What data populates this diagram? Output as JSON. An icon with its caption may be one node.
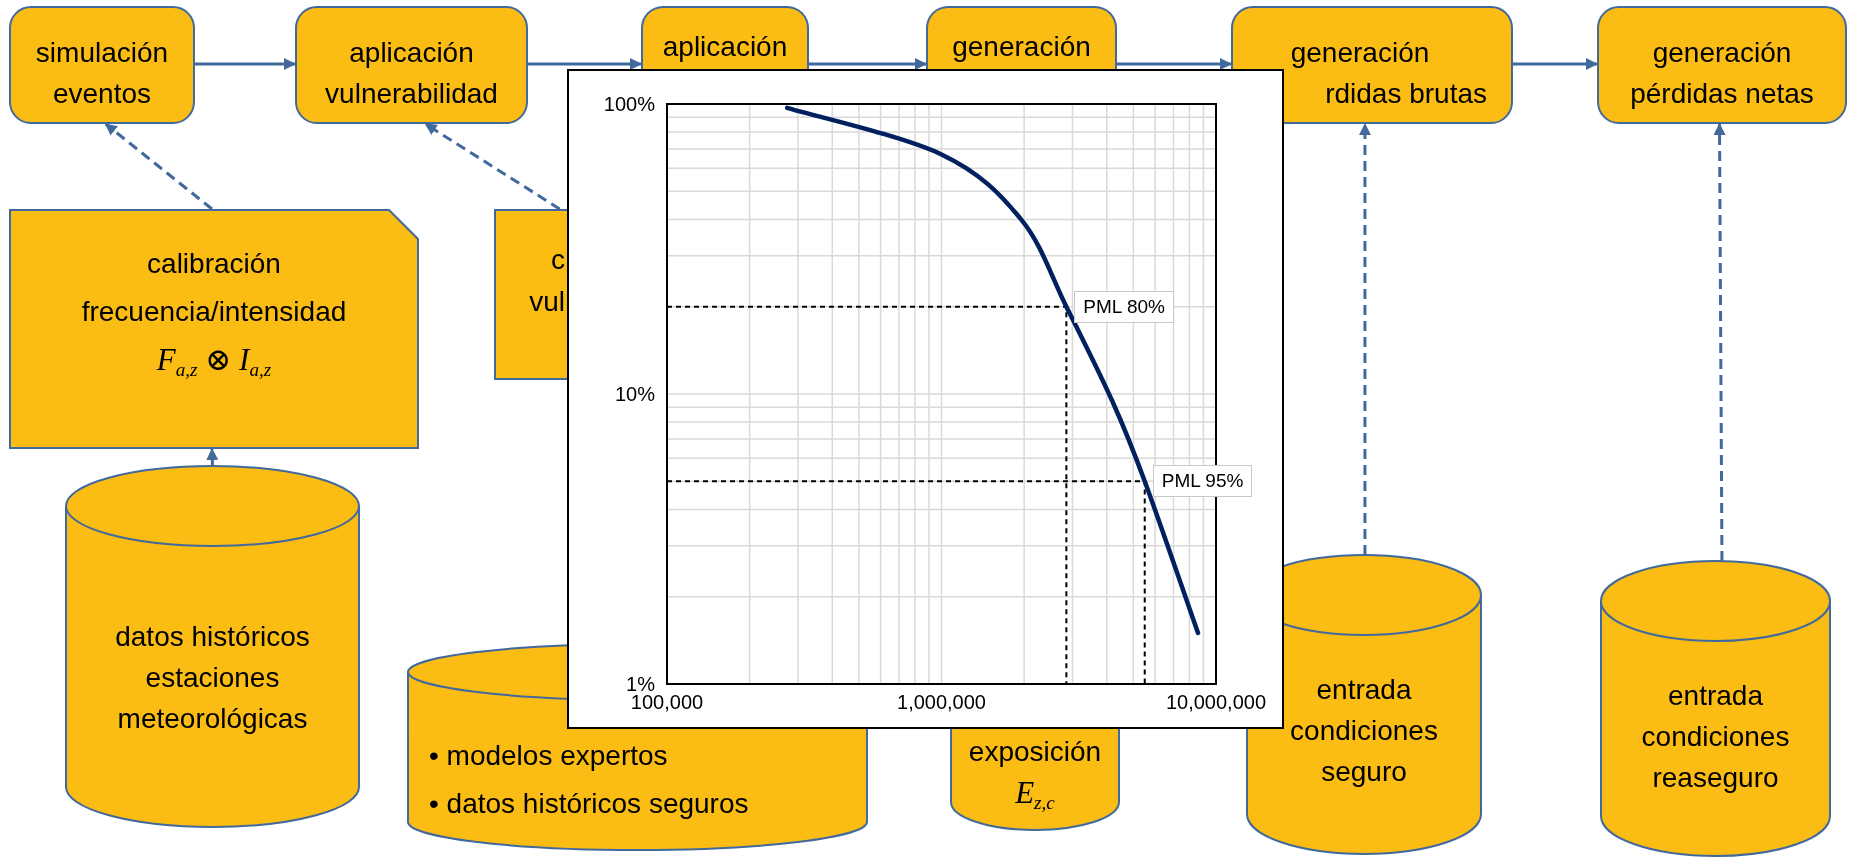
{
  "diagram": {
    "nodes": [
      {
        "text": [
          "simulación eventos"
        ]
      },
      {
        "text": [
          "aplicación vulnerabilidad"
        ]
      },
      {
        "text": [
          "aplicación"
        ]
      },
      {
        "text": [
          "generación"
        ]
      },
      {
        "text": [
          "generación",
          "rdidas brutas"
        ]
      },
      {
        "text": [
          "generación pérdidas netas"
        ]
      },
      {
        "text": [
          "calibración frecuencia/intensidad",
          "F$_{a,z}$ ⊗ I$_{a,z}$"
        ]
      },
      {
        "text": [
          "c",
          "vul"
        ]
      },
      {
        "text": [
          "datos históricos estaciones meteorológicas"
        ]
      },
      {
        "text": [
          "• modelos expertos",
          "• datos históricos seguros"
        ]
      },
      {
        "text": [
          "exposición",
          "E$_{z,c}$"
        ]
      },
      {
        "text": [
          "entrada condiciones seguro"
        ]
      },
      {
        "text": [
          "entrada condiciones reaseguro"
        ]
      }
    ],
    "edges": [
      {
        "from": 0,
        "to": 1,
        "arrow": "to"
      },
      {
        "from": 1,
        "to": 2,
        "arrow": "to"
      },
      {
        "from": 2,
        "to": 3,
        "arrow": "to"
      },
      {
        "from": 3,
        "to": 4,
        "arrow": "to"
      },
      {
        "from": 4,
        "to": 5,
        "arrow": "to"
      },
      {
        "from": 6,
        "to": 0,
        "arrow": "to",
        "style": "dashed"
      },
      {
        "from": 7,
        "to": 1,
        "arrow": "to",
        "style": "dashed"
      },
      {
        "from": 8,
        "to": 6,
        "arrow": "to",
        "style": "dashed"
      },
      {
        "from": 11,
        "to": 4,
        "arrow": "to",
        "style": "dashed"
      },
      {
        "from": 12,
        "to": 5,
        "arrow": "to",
        "style": "dashed"
      }
    ],
    "labels": [
      "100%",
      "PML 80%",
      "10%",
      "PML 95%",
      "1%",
      "100,000",
      "1,000,000",
      "10,000,000"
    ]
  }
}
